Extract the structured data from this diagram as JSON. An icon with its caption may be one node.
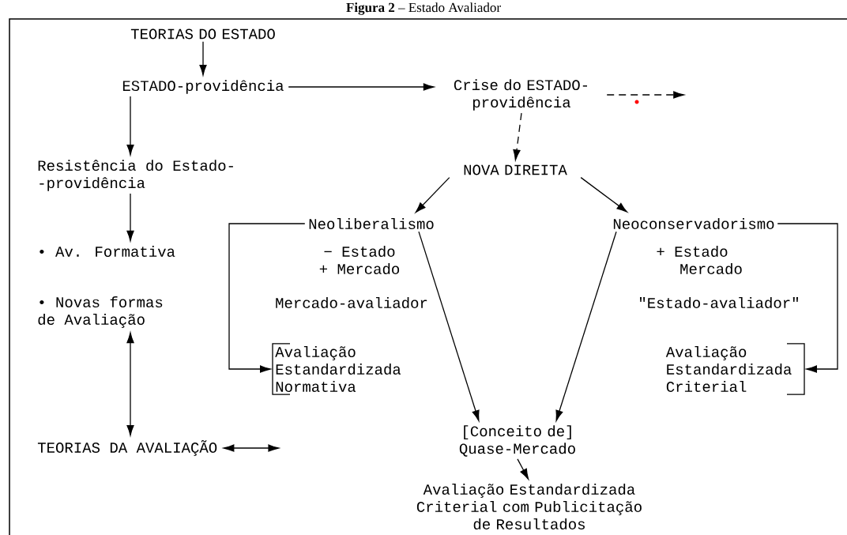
{
  "diagram": {
    "title": "**Figura 2** – Estado Avaliador",
    "nodes": [
      {
        "text": [
          "TEORIAS DO ESTADO"
        ]
      },
      {
        "text": [
          "ESTADO-providência"
        ]
      },
      {
        "text": [
          "Crise do ESTADO-providência"
        ]
      },
      {
        "text": [
          "Resistência do Estado- -providência"
        ]
      },
      {
        "text": [
          "NOVA DIREITA"
        ]
      },
      {
        "text": [
          "Neoliberalismo"
        ]
      },
      {
        "text": [
          "Neoconservadorismo"
        ]
      },
      {
        "text": [
          "• Av. Formativa"
        ]
      },
      {
        "text": [
          "• Novas formas de Avaliação"
        ]
      },
      {
        "text": [
          "Avaliação Estandardizada Normativa"
        ]
      },
      {
        "text": [
          "Avaliação Estandardizada Criterial"
        ]
      },
      {
        "text": [
          "[Conceito de] Quase-Mercado"
        ]
      },
      {
        "text": [
          "TEORIAS DA AVALIAÇÃO"
        ]
      },
      {
        "text": [
          "Avaliação Estandardizada Criterial com Publicitação de Resultados"
        ]
      }
    ],
    "edges": [
      {
        "from": 0,
        "to": 1,
        "arrow": "to"
      },
      {
        "from": 1,
        "to": 2,
        "arrow": "to"
      },
      {
        "from": 1,
        "to": 3,
        "arrow": "to"
      },
      {
        "from": 2,
        "to": 4,
        "arrow": "to",
        "style": "dashed"
      },
      {
        "from": 2,
        "to": null,
        "arrow": "to",
        "style": "dashed"
      },
      {
        "from": 4,
        "to": 5,
        "arrow": "to"
      },
      {
        "from": 4,
        "to": 6,
        "arrow": "to"
      },
      {
        "from": 3,
        "to": 7,
        "arrow": "to"
      },
      {
        "from": 5,
        "to": 9,
        "arrow": "to"
      },
      {
        "from": 6,
        "to": 10,
        "arrow": "to"
      },
      {
        "from": 5,
        "to": 11,
        "arrow": "to"
      },
      {
        "from": 6,
        "to": 11,
        "arrow": "to"
      },
      {
        "from": 8,
        "to": 12,
        "arrow": "both"
      },
      {
        "from": 12,
        "to": null,
        "arrow": "both"
      },
      {
        "from": 11,
        "to": 13,
        "arrow": "to"
      }
    ],
    "labels": [
      "− Estado",
      "+ Mercado",
      "+ Estado",
      "Mercado",
      "Mercado-avaliador",
      "\"Estado-avaliador\""
    ]
  }
}
